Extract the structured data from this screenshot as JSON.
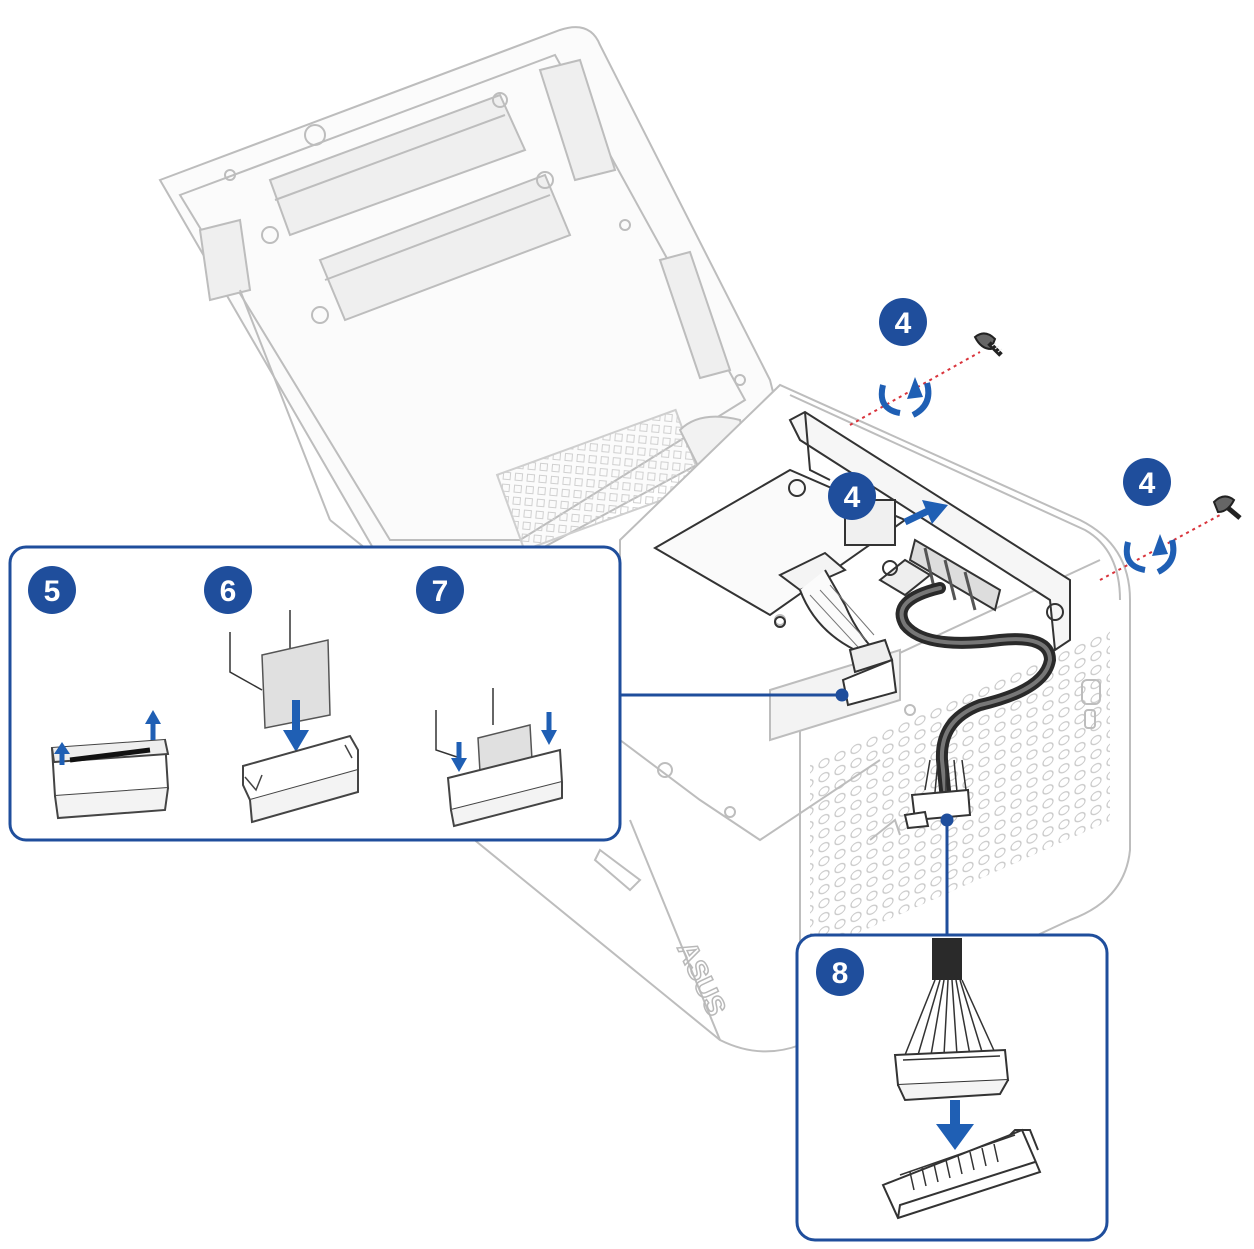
{
  "colors": {
    "accent_blue": "#1f4e9c",
    "arrow_blue": "#1f5fb4",
    "line_gray": "#b4b4b4",
    "dark_line": "#333333",
    "screw_dot_red": "#d9343c",
    "background": "#ffffff"
  },
  "steps": {
    "screw_top": "4",
    "bracket": "4",
    "screw_right": "4",
    "release_latch": "5",
    "insert_cable": "6",
    "press_latch": "7",
    "connect_connector": "8"
  },
  "icons": [
    "screw-icon",
    "rotate-icon",
    "up-arrow-icon",
    "down-arrow-icon",
    "right-arrow-icon"
  ],
  "logo_text": "ASUS"
}
